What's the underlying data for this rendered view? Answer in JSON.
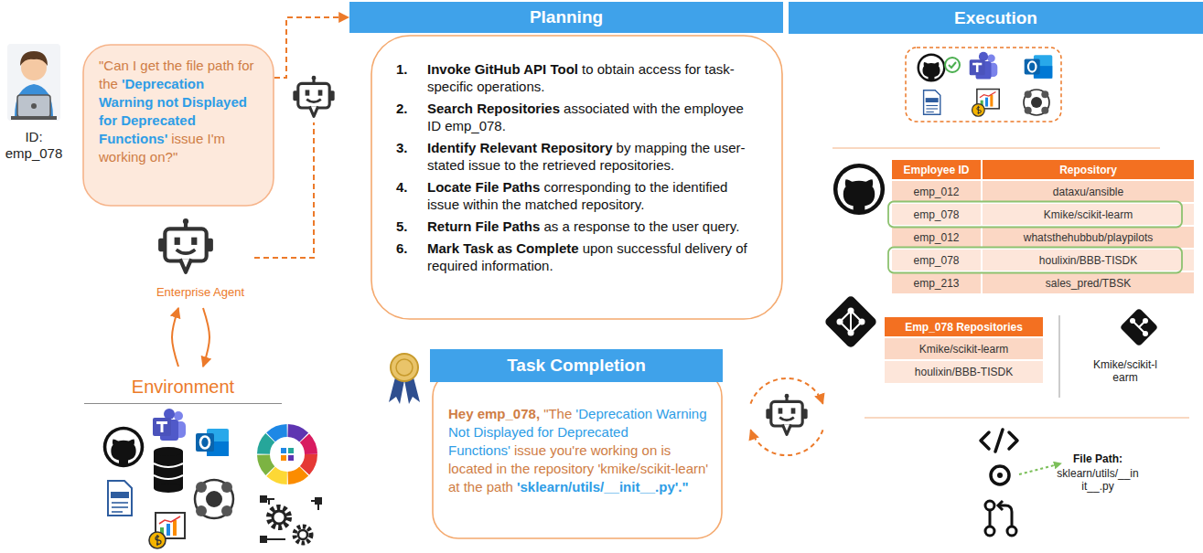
{
  "diagram": {
    "nodes": [
      {
        "text": [
          "ID: emp_078"
        ]
      },
      {
        "text": [
          "\"Can I get the file path for the",
          "'Deprecation Warning not Displayed for Deprecated Functions'",
          "issue I'm working on?\""
        ]
      },
      {
        "text": [
          "Enterprise Agent"
        ]
      },
      {
        "text": [
          "Environment"
        ]
      },
      {
        "text": [
          "Planning"
        ]
      },
      {
        "text": [
          "1.",
          "Invoke GitHub API Tool",
          "to obtain access for task-specific operations.",
          "2.",
          "Search Repositories",
          "associated with the employee ID emp_078.",
          "3.",
          "Identify Relevant Repository",
          "by mapping the user-stated issue to the retrieved repositories.",
          "4.",
          "Locate File Paths",
          "corresponding to the identified issue within the matched repository.",
          "5.",
          "Return File Paths",
          "as a response to the user query.",
          "6.",
          "Mark Task as Complete",
          "upon successful delivery of required information."
        ]
      },
      {
        "text": [
          "Execution"
        ]
      },
      {
        "text": [
          "Task Completion"
        ]
      },
      {
        "text": [
          "Hey emp_078,",
          "\"The",
          "'Deprecation Warning Not Displayed for Deprecated Functions'",
          "issue you're working on is located in the repository 'kmike/scikit-learn' at the path",
          "'sklearn/utils/__init__.py'.\""
        ]
      }
    ],
    "edges": [
      {
        "from": 1,
        "to": 4,
        "arrow": "to"
      },
      {
        "from": 2,
        "to": 5,
        "arrow": "none"
      },
      {
        "from": 3,
        "to": 2,
        "arrow": "to"
      },
      {
        "from": 2,
        "to": 3,
        "arrow": "to"
      }
    ],
    "labels": [
      "Employee ID",
      "Repository",
      "emp_012",
      "dataxu/ansible",
      "emp_078",
      "Kmike/scikit-learm",
      "emp_012",
      "whatsthehubbub/playpilots",
      "emp_078",
      "houlixin/BBB-TISDK",
      "emp_213",
      "sales_pred/TBSK",
      "Emp_078 Repositories",
      "Kmike/scikit-learm",
      "houlixin/BBB-TISDK",
      "Kmike/scikit-learm",
      "File Path:",
      "sklearn/utils/__init__.py"
    ]
  }
}
